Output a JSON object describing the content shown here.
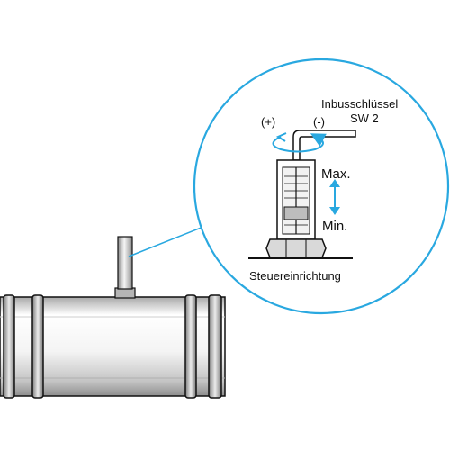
{
  "labels": {
    "tool_line1": "Inbusschlüssel",
    "tool_line2": "SW 2",
    "plus": "(+)",
    "minus": "(-)",
    "max": "Max.",
    "min": "Min.",
    "control_device": "Steuereinrichtung"
  },
  "colors": {
    "accent": "#29a8e0",
    "line": "#111111",
    "metal_light": "#f2f2f2",
    "metal_mid": "#bdbdbd",
    "metal_dark": "#8a8a8a"
  },
  "icons": {
    "rotation": "circular-arrow",
    "range": "double-vertical-arrow",
    "tool": "hex-key"
  }
}
